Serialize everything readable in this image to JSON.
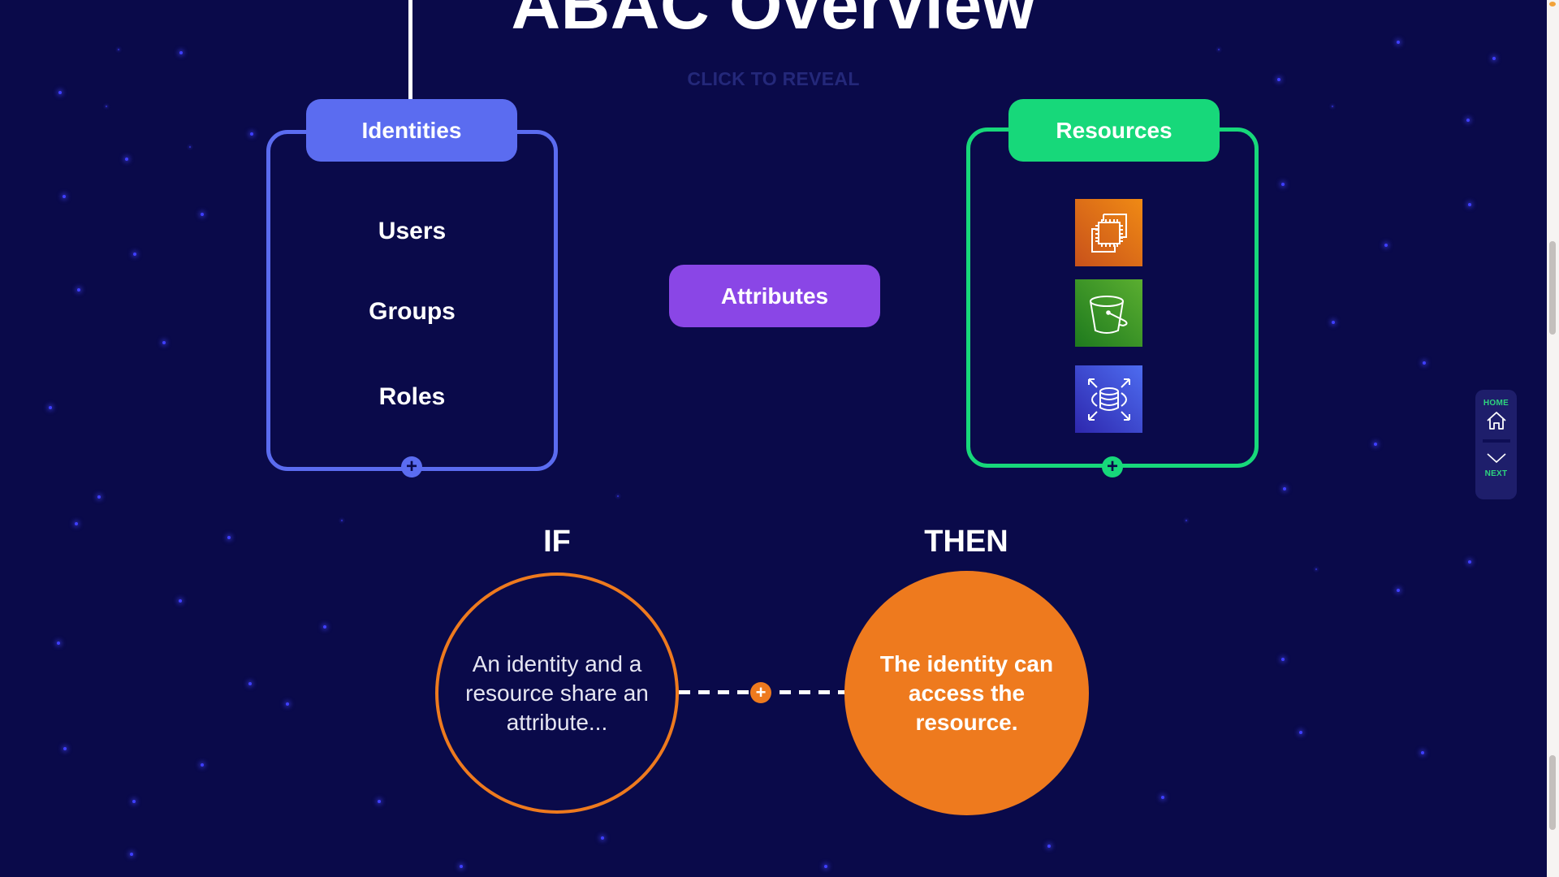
{
  "slide": {
    "title": "ABAC Overview",
    "reveal_hint": "CLICK TO REVEAL"
  },
  "identities": {
    "header": "Identities",
    "color": "#5B6CF0",
    "items": [
      "Users",
      "Groups",
      "Roles"
    ]
  },
  "attributes": {
    "label": "Attributes",
    "color": "#8A46E6"
  },
  "resources": {
    "header": "Resources",
    "color": "#17D87A",
    "icons": [
      "ec2-compute-icon",
      "s3-bucket-icon",
      "rds-database-icon"
    ]
  },
  "condition": {
    "if_label": "IF",
    "if_text": "An identity and a resource share an attribute...",
    "then_label": "THEN",
    "then_text": "The identity can access the resource.",
    "accent": "#EE7A1E"
  },
  "nav": {
    "home_label": "HOME",
    "next_label": "NEXT"
  },
  "colors": {
    "background": "#0A0A4A",
    "nav_text": "#2ED47E"
  }
}
